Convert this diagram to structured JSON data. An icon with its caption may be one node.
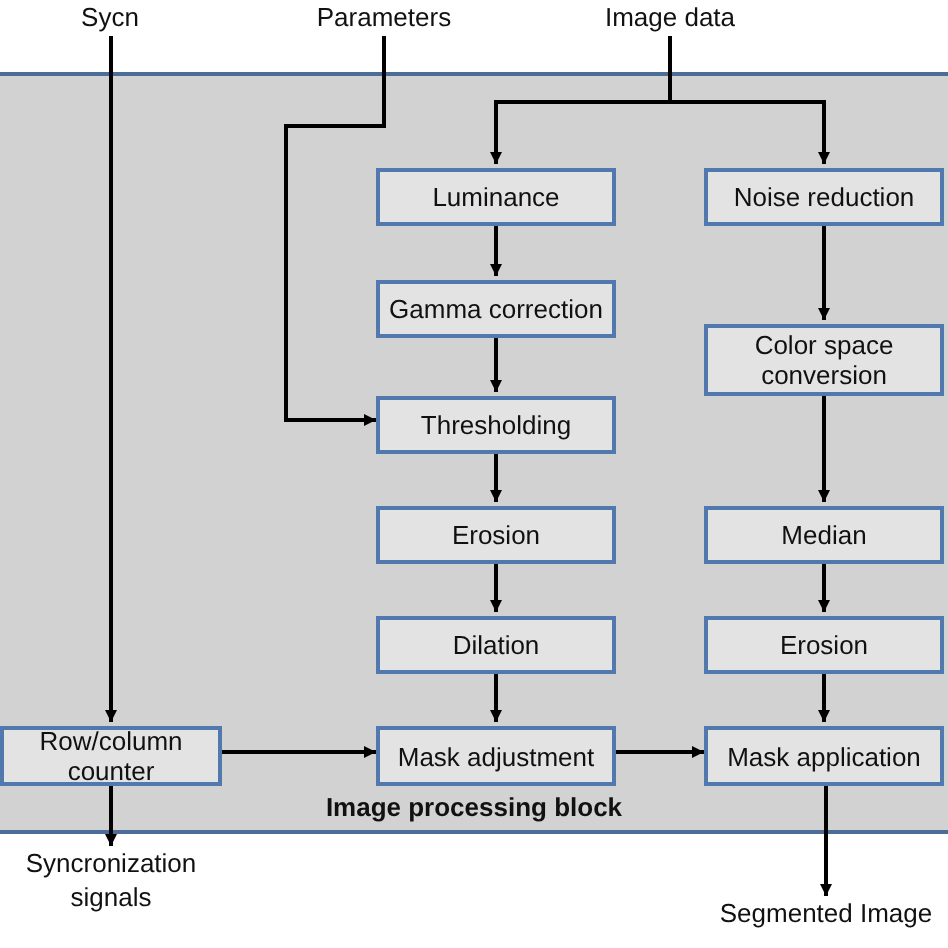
{
  "diagram": {
    "nodes": [
      {
        "text": [
          "Image processing block"
        ]
      },
      {
        "text": [
          "Sycn"
        ]
      },
      {
        "text": [
          "Parameters"
        ]
      },
      {
        "text": [
          "Image data"
        ]
      },
      {
        "text": [
          "Luminance"
        ],
        "in": 0
      },
      {
        "text": [
          "Gamma correction"
        ],
        "in": 0
      },
      {
        "text": [
          "Thresholding"
        ],
        "in": 0
      },
      {
        "text": [
          "Erosion"
        ],
        "in": 0
      },
      {
        "text": [
          "Dilation"
        ],
        "in": 0
      },
      {
        "text": [
          "Mask adjustment"
        ],
        "in": 0
      },
      {
        "text": [
          "Noise reduction"
        ],
        "in": 0
      },
      {
        "text": [
          "Color space conversion"
        ],
        "in": 0
      },
      {
        "text": [
          "Median"
        ],
        "in": 0
      },
      {
        "text": [
          "Erosion"
        ],
        "in": 0
      },
      {
        "text": [
          "Mask application"
        ],
        "in": 0
      },
      {
        "text": [
          "Row/column counter"
        ],
        "in": 0
      },
      {
        "text": [
          "Syncronization signals"
        ]
      },
      {
        "text": [
          "Segmented Image"
        ]
      }
    ],
    "edges": [
      {
        "from": 1,
        "to": 15,
        "arrow": "to"
      },
      {
        "from": 2,
        "to": 6,
        "arrow": "to"
      },
      {
        "from": 3,
        "to": 4,
        "arrow": "to"
      },
      {
        "from": 3,
        "to": 10,
        "arrow": "to"
      },
      {
        "from": 4,
        "to": 5,
        "arrow": "to"
      },
      {
        "from": 5,
        "to": 6,
        "arrow": "to"
      },
      {
        "from": 6,
        "to": 7,
        "arrow": "to"
      },
      {
        "from": 7,
        "to": 8,
        "arrow": "to"
      },
      {
        "from": 8,
        "to": 9,
        "arrow": "to"
      },
      {
        "from": 10,
        "to": 11,
        "arrow": "to"
      },
      {
        "from": 11,
        "to": 12,
        "arrow": "to"
      },
      {
        "from": 12,
        "to": 13,
        "arrow": "to"
      },
      {
        "from": 13,
        "to": 14,
        "arrow": "to"
      },
      {
        "from": 15,
        "to": 9,
        "arrow": "to"
      },
      {
        "from": 9,
        "to": 14,
        "arrow": "to"
      },
      {
        "from": 15,
        "to": 16,
        "arrow": "to"
      },
      {
        "from": 14,
        "to": 17,
        "arrow": "to"
      }
    ]
  }
}
